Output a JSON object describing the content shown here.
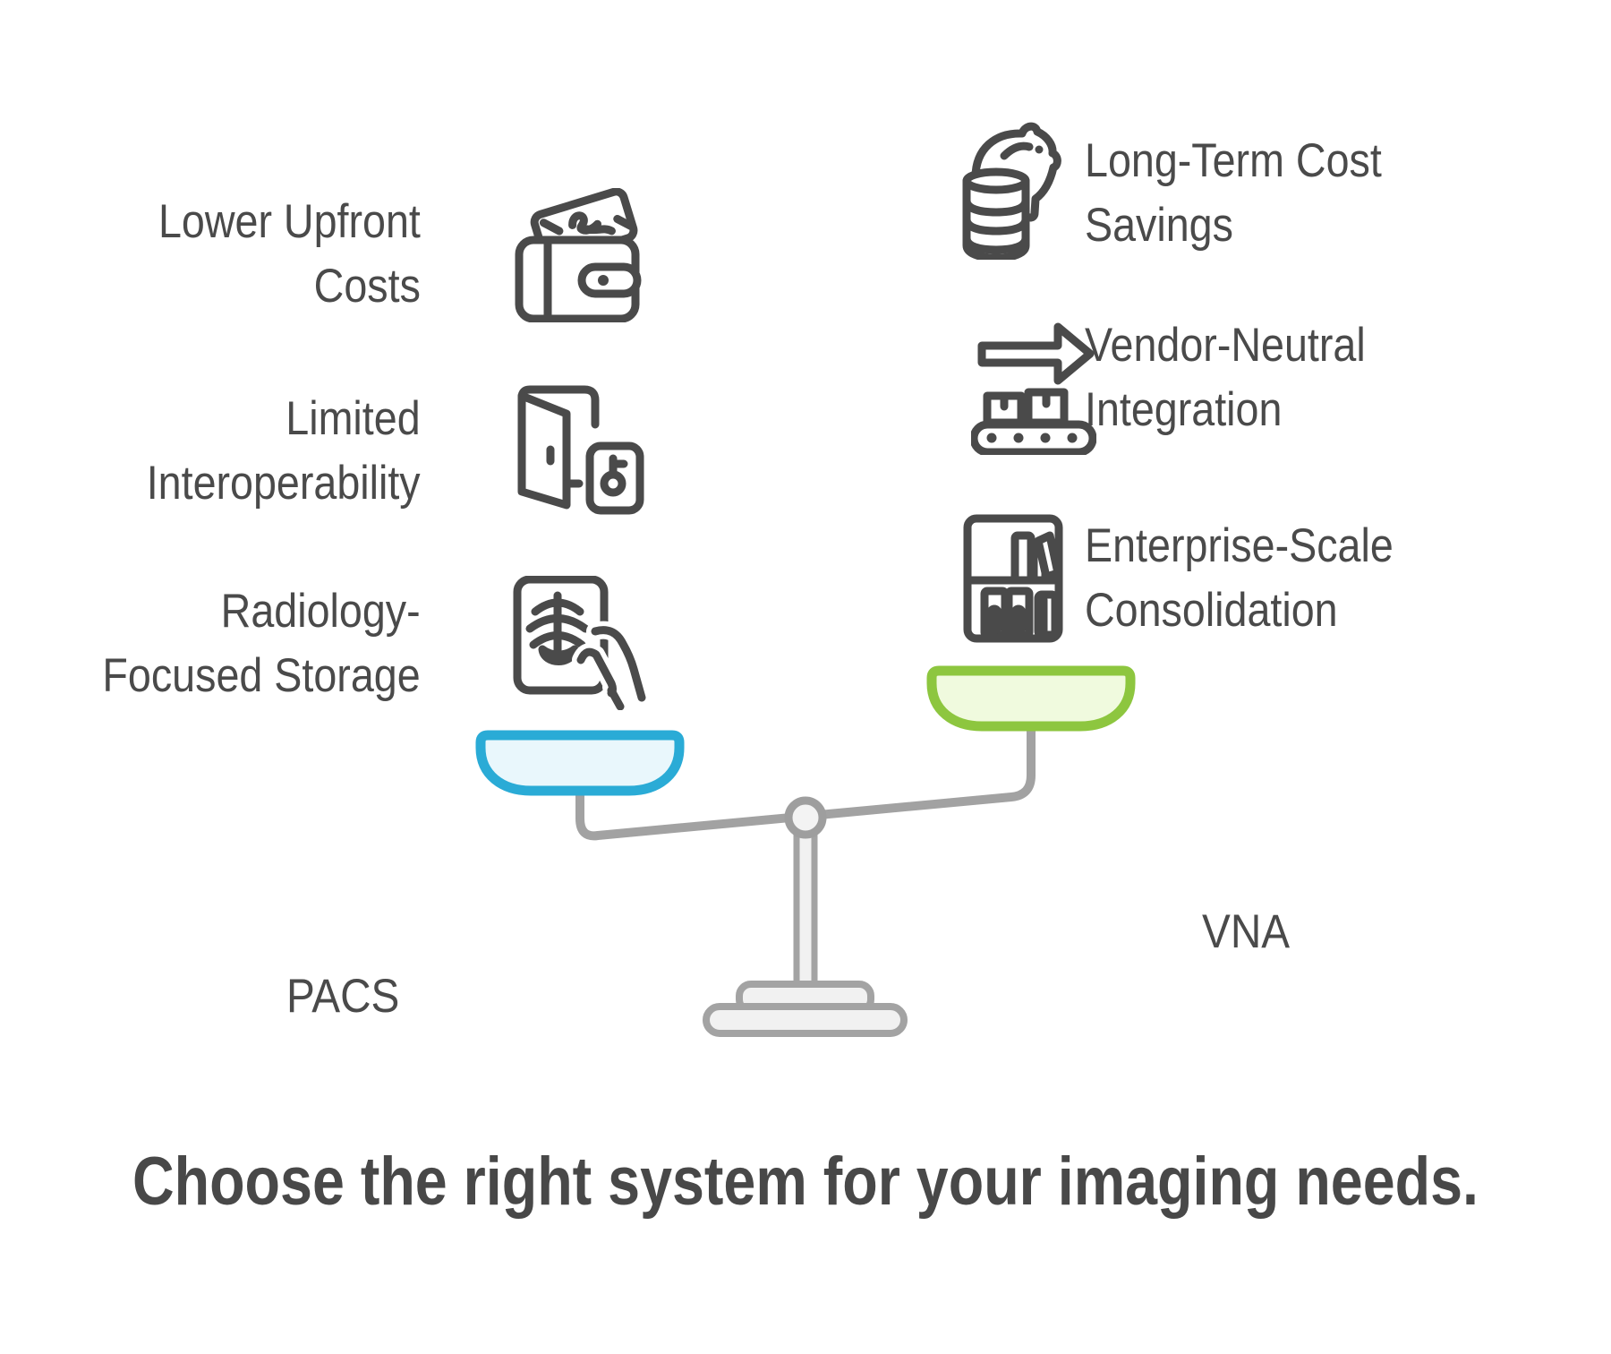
{
  "title": "Choose the right system for your imaging needs.",
  "pacs": {
    "label": "PACS",
    "items": [
      {
        "icon": "wallet-icon",
        "lines": [
          "Lower Upfront",
          "Costs"
        ]
      },
      {
        "icon": "door-key-icon",
        "lines": [
          "Limited",
          "Interoperability"
        ]
      },
      {
        "icon": "xray-tablet-icon",
        "lines": [
          "Radiology-",
          "Focused Storage"
        ]
      }
    ]
  },
  "vna": {
    "label": "VNA",
    "items": [
      {
        "icon": "piggy-bank-icon",
        "lines": [
          "Long-Term Cost",
          "Savings"
        ]
      },
      {
        "icon": "conveyor-arrow-icon",
        "lines": [
          "Vendor-Neutral",
          "Integration"
        ]
      },
      {
        "icon": "bookshelf-icon",
        "lines": [
          "Enterprise-Scale",
          "Consolidation"
        ]
      }
    ]
  },
  "colors": {
    "ink": "#4a4a4a",
    "stand_gray": "#a2a2a2",
    "pacs_pan_stroke": "#2aabd6",
    "pacs_pan_fill": "#e9f7fc",
    "vna_pan_stroke": "#8dc63f",
    "vna_pan_fill": "#f0fade"
  }
}
